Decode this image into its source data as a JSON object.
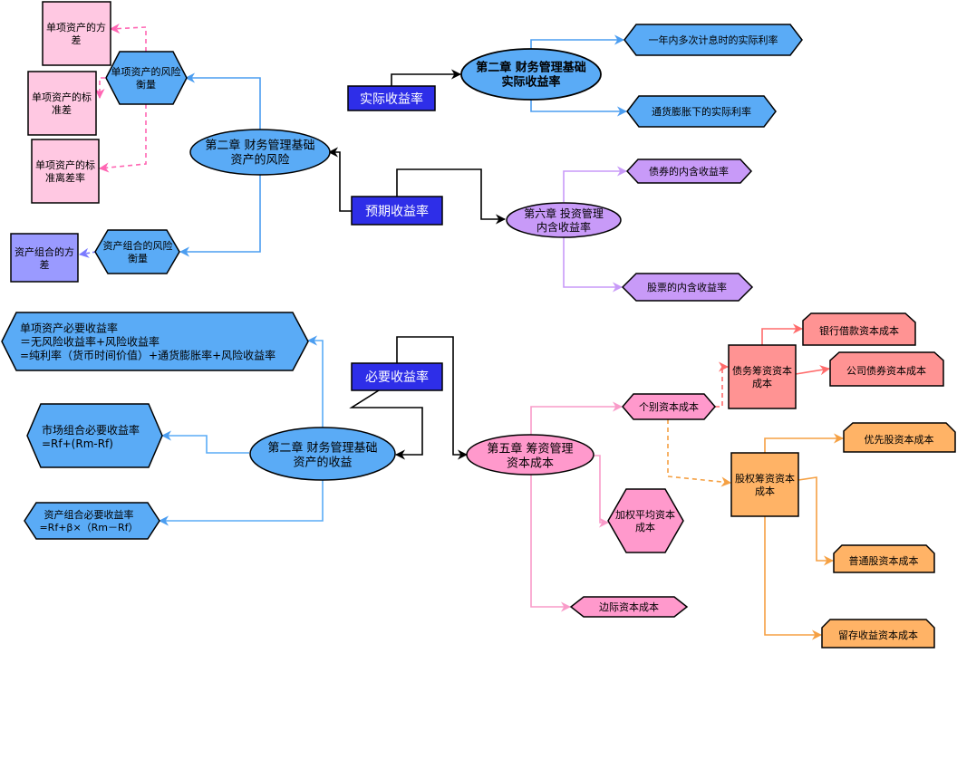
{
  "nodes": {
    "var_single": "单项资产的方|差",
    "std_single": "单项资产的标|准差",
    "cv_single": "单项资产的标|准离差率",
    "risk_single": "单项资产的风险|衡量",
    "var_portfolio": "资产组合的方|差",
    "risk_portfolio": "资产组合的风险|衡量",
    "ch2_risk": "第二章 财务管理基础|资产的风险",
    "expected_return": "预期收益率",
    "actual_return": "实际收益率",
    "ch2_actual": "第二章 财务管理基础|实际收益率",
    "multi_compound": "一年内多次计息时的实际利率",
    "inflation_rate": "通货膨胀下的实际利率",
    "ch6_irr": "第六章 投资管理|内含收益率",
    "bond_irr": "债券的内含收益率",
    "stock_irr": "股票的内含收益率",
    "single_required": "单项资产必要收益率|＝无风险收益率+风险收益率|=纯利率（货币时间价值）+通货膨胀率+风险收益率",
    "market_required": "市场组合必要收益率|=Rf+(Rm-Rf)",
    "portfolio_required": "资产组合必要收益率|=Rf+β×（Rm－Rf）",
    "ch2_return": "第二章 财务管理基础|资产的收益",
    "required_return": "必要收益率",
    "ch5_cost": "第五章 筹资管理|资本成本",
    "individual_cost": "个别资本成本",
    "debt_cost": "债务筹资资本|成本",
    "bank_loan": "银行借款资本成本",
    "bond_cost": "公司债券资本成本",
    "equity_cost": "股权筹资资本|成本",
    "preferred": "优先股资本成本",
    "common": "普通股资本成本",
    "retained": "留存收益资本成本",
    "wacc": "加权平均资本|成本",
    "marginal": "边际资本成本"
  },
  "colors": {
    "blue": "#5aabf6",
    "blue_line": "#4b9df0",
    "purple": "#c89af8",
    "purple_line": "#c89af8",
    "pink_light": "#ffc8e2",
    "pink_line": "#ff66b3",
    "navy": "#2e2ee8",
    "lavender": "#9a9aff",
    "pink": "#ff99cc",
    "pink_cost_line": "#f99bc9",
    "salmon": "#ff9393",
    "salmon_line": "#ff6b6b",
    "orange": "#ffb366",
    "orange_line": "#f5a043"
  }
}
